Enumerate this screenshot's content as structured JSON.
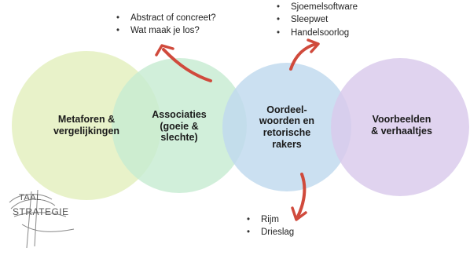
{
  "circles": [
    {
      "label": "Metaforen &\nvergelijkingen",
      "color": "#e3efbd"
    },
    {
      "label": "Associaties\n(goeie &\nslechte)",
      "color": "#c7ebd2"
    },
    {
      "label": "Oordeel-\nwoorden en\nretorische\nrakers",
      "color": "#bfd9ee"
    },
    {
      "label": "Voorbeelden\n& verhaaltjes",
      "color": "#d9c9ec"
    }
  ],
  "bullets": {
    "top_left": [
      "Abstract of concreet?",
      "Wat maak je los?"
    ],
    "top_right": [
      "Sjoemelsoftware",
      "Sleepwet",
      "Handelsoorlog"
    ],
    "bottom": [
      "Rijm",
      "Drieslag"
    ]
  },
  "arrow_color": "#d04a3c",
  "logo": {
    "line1": "TAAL",
    "line2": "STRATEGIE"
  }
}
